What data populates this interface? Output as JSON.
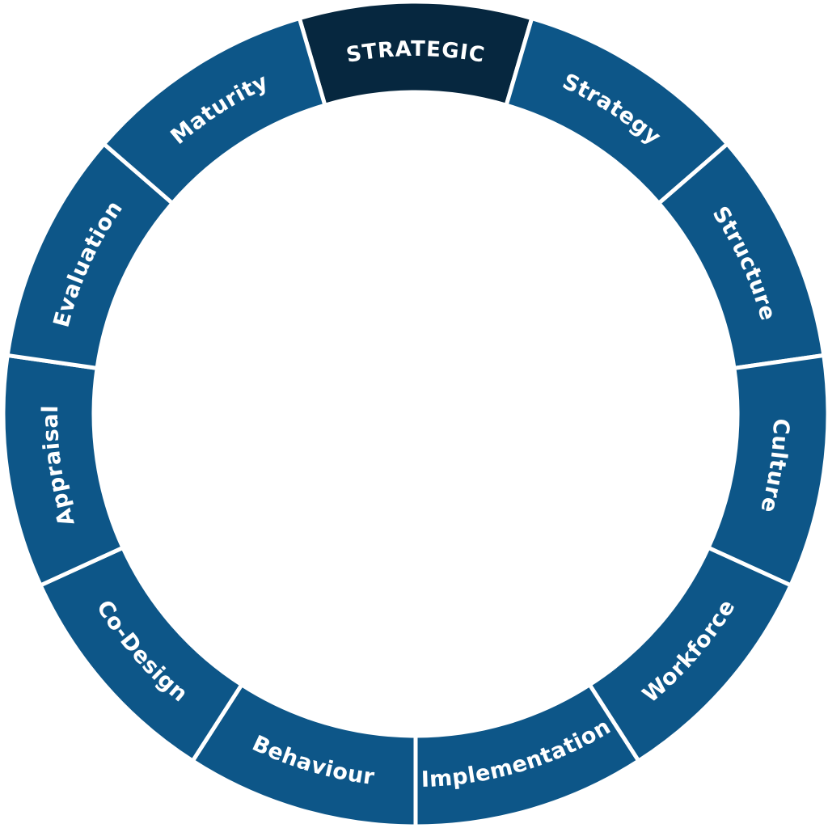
{
  "diagram": {
    "segments": [
      {
        "label": "STRATEGIC",
        "highlight": true
      },
      {
        "label": "Strategy",
        "highlight": false
      },
      {
        "label": "Structure",
        "highlight": false
      },
      {
        "label": "Culture",
        "highlight": false
      },
      {
        "label": "Workforce",
        "highlight": false
      },
      {
        "label": "Implementation",
        "highlight": false
      },
      {
        "label": "Behaviour",
        "highlight": false
      },
      {
        "label": "Co-Design",
        "highlight": false
      },
      {
        "label": "Appraisal",
        "highlight": false
      },
      {
        "label": "Evaluation",
        "highlight": false
      },
      {
        "label": "Maturity",
        "highlight": false
      }
    ],
    "colors": {
      "segment": "#0d5688",
      "highlight": "#06273f",
      "separator": "#ffffff",
      "text": "#ffffff"
    }
  }
}
